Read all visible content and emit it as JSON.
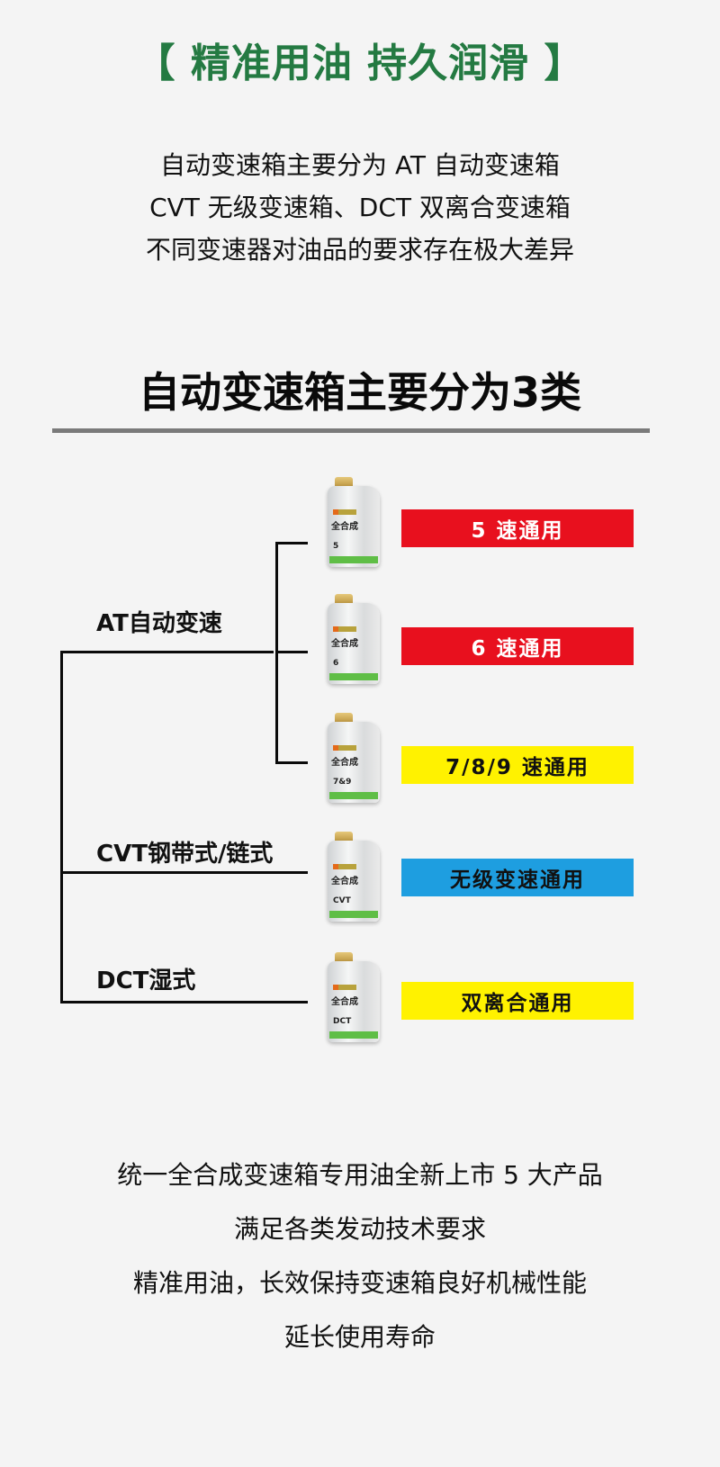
{
  "header": {
    "slogan": "【 精准用油 持久润滑 】",
    "slogan_color": "#247a42"
  },
  "intro": {
    "lines": [
      "自动变速箱主要分为 AT 自动变速箱",
      "CVT 无级变速箱、DCT 双离合变速箱",
      "不同变速器对油品的要求存在极大差异"
    ]
  },
  "section": {
    "title": "自动变速箱主要分为3类"
  },
  "diagram": {
    "categories": [
      {
        "label": "AT自动变速"
      },
      {
        "label": "CVT钢带式/链式"
      },
      {
        "label": "DCT湿式"
      }
    ],
    "products": [
      {
        "bottle_name": "全合成",
        "bottle_code": "5",
        "badge": "5 速通用",
        "badge_color": "#e8101e",
        "text_color": "#ffffff"
      },
      {
        "bottle_name": "全合成",
        "bottle_code": "6",
        "badge": "6 速通用",
        "badge_color": "#e8101e",
        "text_color": "#ffffff"
      },
      {
        "bottle_name": "全合成",
        "bottle_code": "7&9",
        "badge": "7/8/9 速通用",
        "badge_color": "#fff200",
        "text_color": "#111111"
      },
      {
        "bottle_name": "全合成",
        "bottle_code": "CVT",
        "badge": "无级变速通用",
        "badge_color": "#1e9ee0",
        "text_color": "#111111"
      },
      {
        "bottle_name": "全合成",
        "bottle_code": "DCT",
        "badge": "双离合通用",
        "badge_color": "#fff200",
        "text_color": "#111111"
      }
    ]
  },
  "closing": {
    "lines": [
      "统一全合成变速箱专用油全新上市 5 大产品",
      "满足各类发动技术要求",
      "精准用油，长效保持变速箱良好机械性能",
      "延长使用寿命"
    ]
  }
}
